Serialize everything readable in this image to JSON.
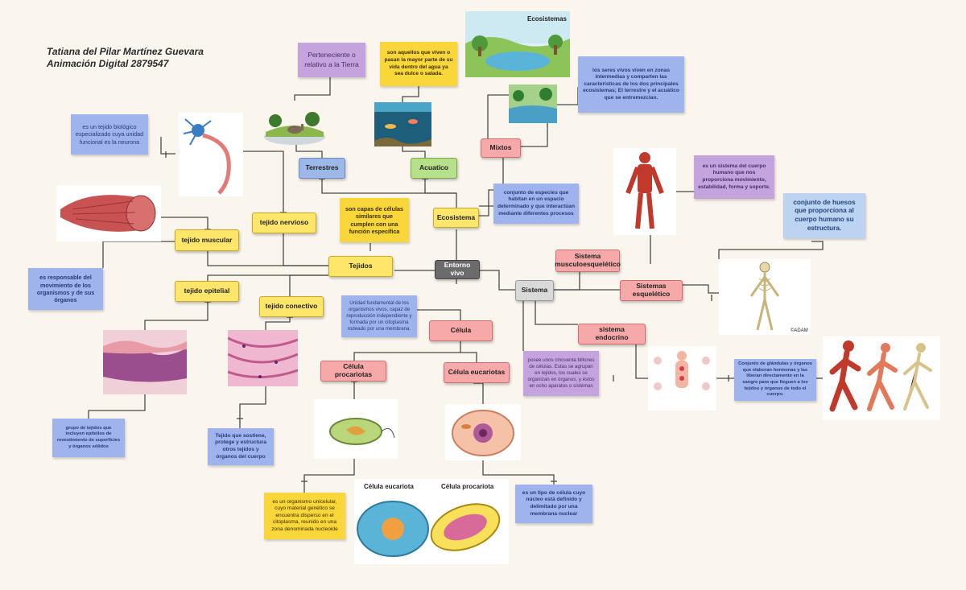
{
  "author": {
    "name": "Tatiana del Pilar Martínez Guevara",
    "program": "Animación Digital 2879547"
  },
  "nodes": {
    "center": "Entorno vivo",
    "ecosistema": "Ecosistema",
    "terrestres": "Terrestres",
    "acuatico": "Acuatico",
    "mixtos": "Mixtos",
    "tejidos": "Tejidos",
    "tejido_nervioso": "tejido nervioso",
    "tejido_muscular": "tejido muscular",
    "tejido_epitelial": "tejido epitelial",
    "tejido_conectivo": "tejido conectivo",
    "celula": "Célula",
    "celula_procariotas": "Célula procariotas",
    "celula_eucariotas": "Célula eucariotas",
    "sistema": "Sistema",
    "sistema_musculoesqueletico": "Sistema musculoesquelético",
    "sistemas_esqueletico": "Sistemas esquelético",
    "sistema_endocrino": "sistema endocrino"
  },
  "notes": {
    "terrestres": "Perteneciente o relativo a la Tierra",
    "acuatico": "son aquellos que viven o pasan la mayor parte de su vida dentro del agua ya sea dulce o salada.",
    "mixtos": "los seres vivos viven en zonas intermedias y comparten las características de los dos principales ecosistemas; El terrestre y el acuático que se entremezclan.",
    "ecosistema": "conjunto de especies que habitan en un espacio determinado y que interactúan mediante diferentes procesos",
    "tejidos": "son capas de células similares que cumplen con una función específica",
    "tejido_nervioso": "es un tejido biológico especializado cuya unidad funcional es la neurona",
    "tejido_muscular": "es responsable del movimiento de los organismos y de sus órganos",
    "tejido_epitelial": "grupo de tejidos que incluyen epitelios de revestimiento de superficies y órganos sólidos",
    "tejido_conectivo": "Tejido que sostiene, protege y estructura otros tejidos y órganos del cuerpo",
    "celula": "Unidad fundamental de los organismos vivos, capaz de reproducción independiente y formada por un citoplasma rodeado por una membrana.",
    "procariotas": "es un organismo unicelular, cuyo material genético se encuentra disperso en el citoplasma, reunido en una zona denominada nucleoide",
    "eucariotas": "es un tipo de célula cuyo núcleo está definido y delimitado por una membrana nuclear",
    "sistema": "posee unos cincuenta billones de células. Estas se agrupan en tejidos, los cuales se organizan en órganos, y éstos en ocho aparatos o sistemas",
    "musculoesqueletico": "es un sistema del cuerpo humano que nos proporciona movimiento, estabilidad, forma y soporte.",
    "esqueletico": "conjunto de huesos que proporciona al cuerpo humano su estructura.",
    "endocrino": "Conjunto de glándulas y órganos que elaboran hormonas y las liberan directamente en la sangre para que lleguen a los tejidos y órganos de todo el cuerpo."
  },
  "images": {
    "eco_title": "Ecosistemas",
    "cell_eu_label": "Célula eucariota",
    "cell_pro_label": "Célula procariota",
    "adam": "©ADAM"
  },
  "colors": {
    "background": "#faf6ee",
    "yellow_node": "#fde66a",
    "green_node": "#b6e08a",
    "pink_node": "#f7a8a8",
    "blue_node": "#9cb7e8",
    "center_node": "#6b6b6b"
  }
}
